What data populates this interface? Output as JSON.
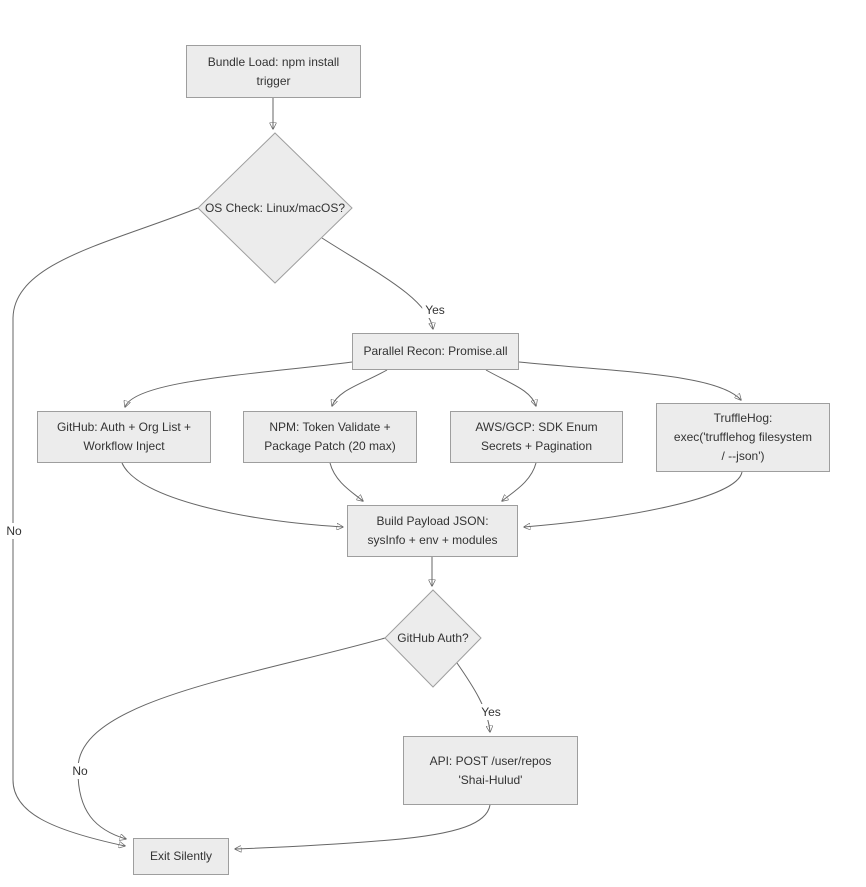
{
  "diagram_type": "flowchart",
  "colors": {
    "background": "#ffffff",
    "node_fill": "#ececec",
    "node_border": "#9e9e9e",
    "edge_line": "#666666",
    "text": "#333333"
  },
  "nodes": {
    "bundle_load": {
      "shape": "rect",
      "lines": [
        "Bundle Load: npm install",
        "trigger"
      ]
    },
    "os_check": {
      "shape": "diamond",
      "lines": [
        "OS Check: Linux/macOS?"
      ]
    },
    "parallel_recon": {
      "shape": "rect",
      "lines": [
        "Parallel Recon: Promise.all"
      ]
    },
    "github_recon": {
      "shape": "rect",
      "lines": [
        "GitHub: Auth + Org List +",
        "Workflow Inject"
      ]
    },
    "npm_recon": {
      "shape": "rect",
      "lines": [
        "NPM: Token Validate +",
        "Package Patch (20 max)"
      ]
    },
    "aws_gcp_recon": {
      "shape": "rect",
      "lines": [
        "AWS/GCP: SDK Enum",
        "Secrets + Pagination"
      ]
    },
    "trufflehog_recon": {
      "shape": "rect",
      "lines": [
        "TruffleHog:",
        "exec('trufflehog filesystem",
        "/ --json')"
      ]
    },
    "build_payload": {
      "shape": "rect",
      "lines": [
        "Build Payload JSON:",
        "sysInfo + env + modules"
      ]
    },
    "github_auth": {
      "shape": "diamond",
      "lines": [
        "GitHub Auth?"
      ]
    },
    "api_post": {
      "shape": "rect",
      "lines": [
        "API: POST /user/repos",
        "'Shai-Hulud'"
      ]
    },
    "exit_silently": {
      "shape": "rect",
      "lines": [
        "Exit Silently"
      ]
    }
  },
  "edges": [
    {
      "from": "bundle_load",
      "to": "os_check",
      "label": ""
    },
    {
      "from": "os_check",
      "to": "parallel_recon",
      "label": "Yes"
    },
    {
      "from": "os_check",
      "to": "exit_silently",
      "label": "No"
    },
    {
      "from": "parallel_recon",
      "to": "github_recon",
      "label": ""
    },
    {
      "from": "parallel_recon",
      "to": "npm_recon",
      "label": ""
    },
    {
      "from": "parallel_recon",
      "to": "aws_gcp_recon",
      "label": ""
    },
    {
      "from": "parallel_recon",
      "to": "trufflehog_recon",
      "label": ""
    },
    {
      "from": "github_recon",
      "to": "build_payload",
      "label": ""
    },
    {
      "from": "npm_recon",
      "to": "build_payload",
      "label": ""
    },
    {
      "from": "aws_gcp_recon",
      "to": "build_payload",
      "label": ""
    },
    {
      "from": "trufflehog_recon",
      "to": "build_payload",
      "label": ""
    },
    {
      "from": "build_payload",
      "to": "github_auth",
      "label": ""
    },
    {
      "from": "github_auth",
      "to": "api_post",
      "label": "Yes"
    },
    {
      "from": "github_auth",
      "to": "exit_silently",
      "label": "No"
    },
    {
      "from": "api_post",
      "to": "exit_silently",
      "label": ""
    }
  ],
  "edge_labels": {
    "os_yes": "Yes",
    "os_no": "No",
    "auth_yes": "Yes",
    "auth_no": "No"
  }
}
